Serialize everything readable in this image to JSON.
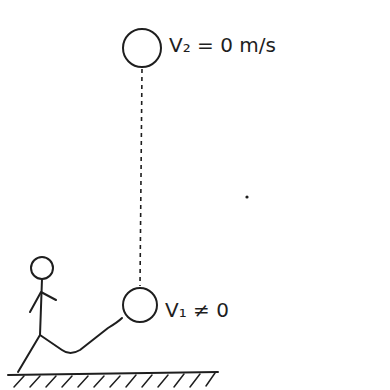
{
  "diagram": {
    "nodes": [
      {
        "text": [
          "V₂ = 0 m/s"
        ]
      },
      {
        "text": [
          "V₁ ≠ 0"
        ]
      }
    ],
    "edges": [
      {
        "from": 0,
        "to": 1,
        "arrow": "none"
      }
    ]
  }
}
